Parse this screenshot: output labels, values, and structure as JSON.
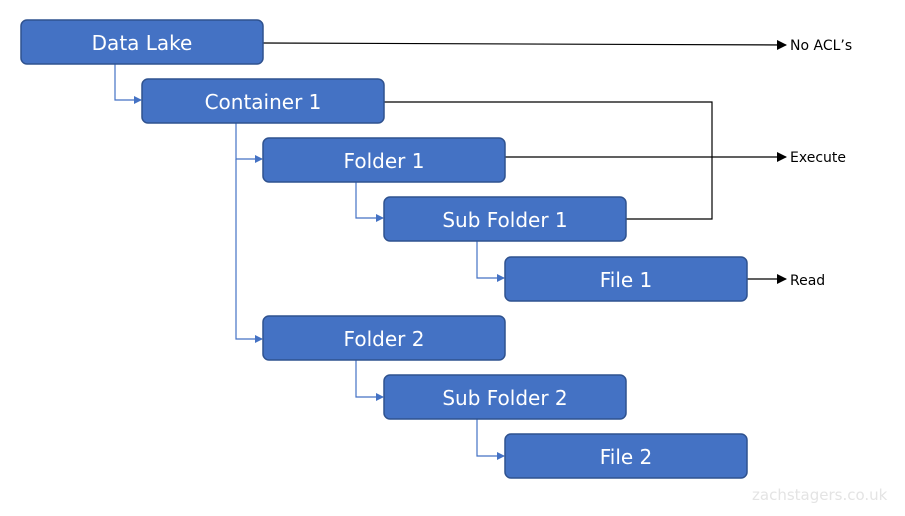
{
  "nodes": {
    "data_lake": "Data Lake",
    "container_1": "Container 1",
    "folder_1": "Folder 1",
    "sub_folder_1": "Sub Folder 1",
    "file_1": "File 1",
    "folder_2": "Folder 2",
    "sub_folder_2": "Sub Folder 2",
    "file_2": "File 2"
  },
  "acl_labels": {
    "no_acls": "No ACL’s",
    "execute": "Execute",
    "read": "Read"
  },
  "watermark": "zachstagers.co.uk",
  "colors": {
    "box_fill": "#4472c4",
    "box_border": "#2f528f",
    "tree_connector": "#4472c4",
    "acl_arrow": "#000000"
  }
}
